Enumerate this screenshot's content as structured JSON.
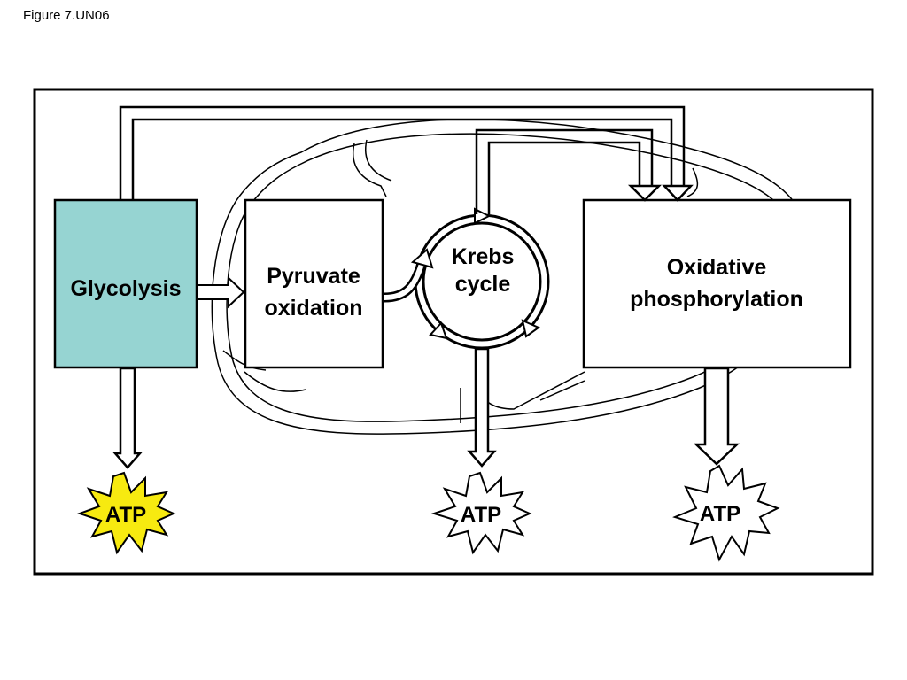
{
  "figure_label": "Figure 7.UN06",
  "stages": {
    "glycolysis": "Glycolysis",
    "pyruvate": [
      "Pyruvate",
      "oxidation"
    ],
    "krebs": [
      "Krebs",
      "cycle"
    ],
    "oxphos": [
      "Oxidative",
      "phosphorylation"
    ]
  },
  "atp": [
    "ATP",
    "ATP",
    "ATP"
  ],
  "colors": {
    "glycolysis_fill": "#96d4d2",
    "atp_highlight": "#f7ea10",
    "outline": "#000000",
    "background": "#ffffff"
  }
}
